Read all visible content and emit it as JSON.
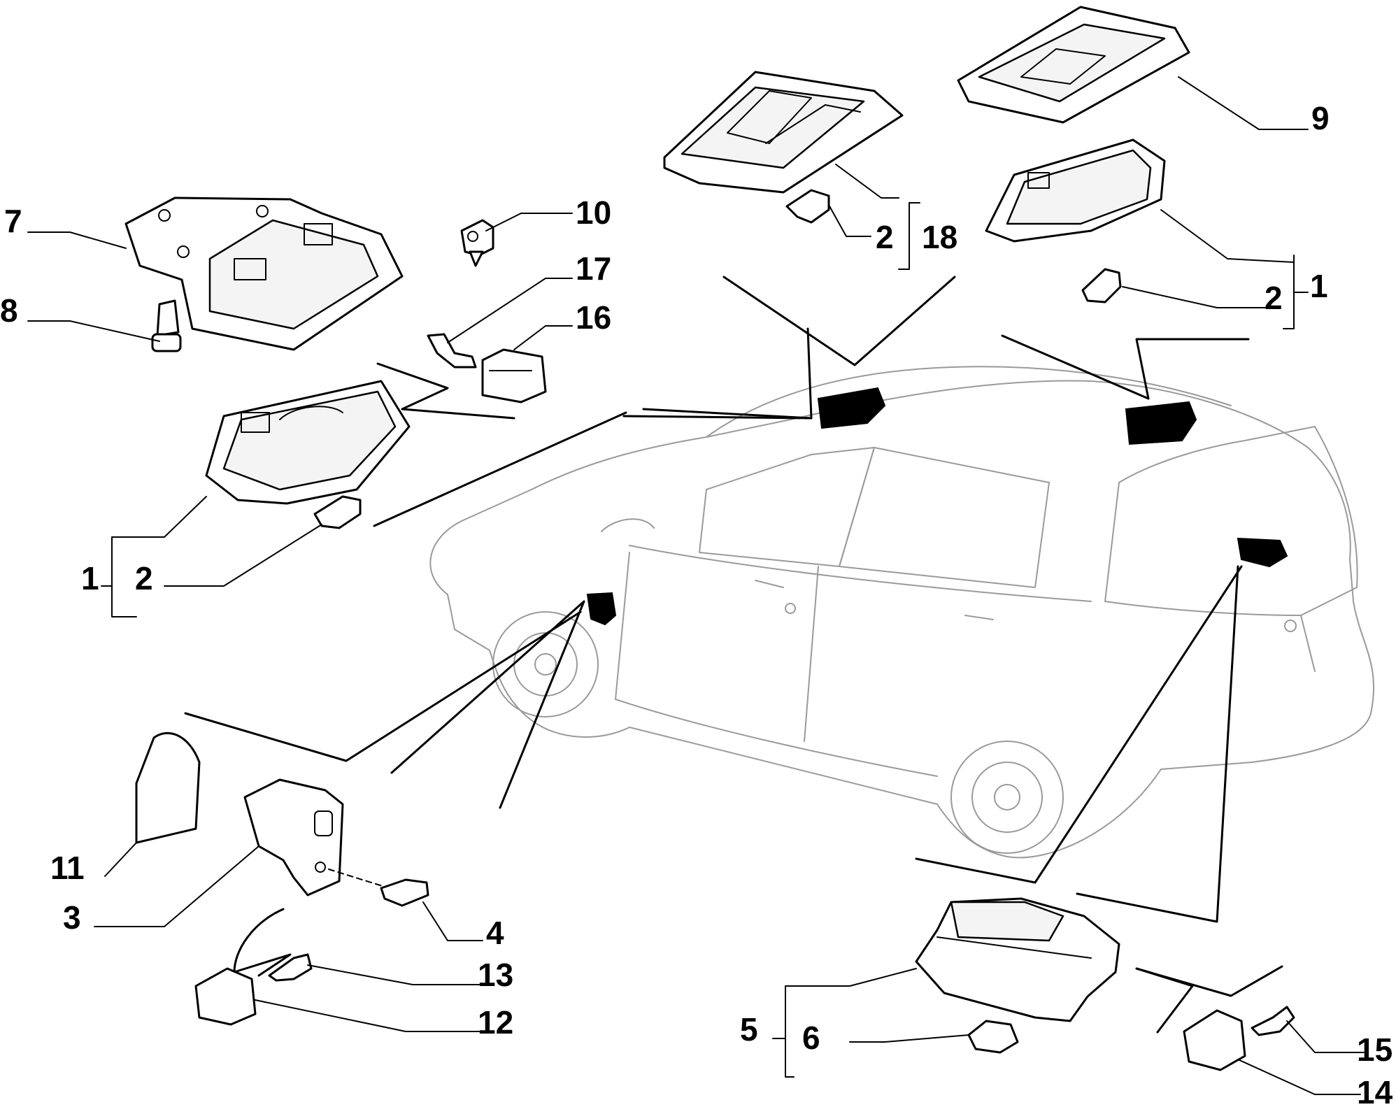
{
  "diagram": {
    "callouts": {
      "c7": "7",
      "c8": "8",
      "c10": "10",
      "c17": "17",
      "c16": "16",
      "c2_top": "2",
      "c18": "18",
      "c9": "9",
      "c1_right": "1",
      "c2_right": "2",
      "c1_left": "1",
      "c2_left": "2",
      "c11": "11",
      "c3": "3",
      "c4": "4",
      "c13": "13",
      "c12": "12",
      "c5": "5",
      "c6": "6",
      "c15": "15",
      "c14": "14"
    }
  }
}
